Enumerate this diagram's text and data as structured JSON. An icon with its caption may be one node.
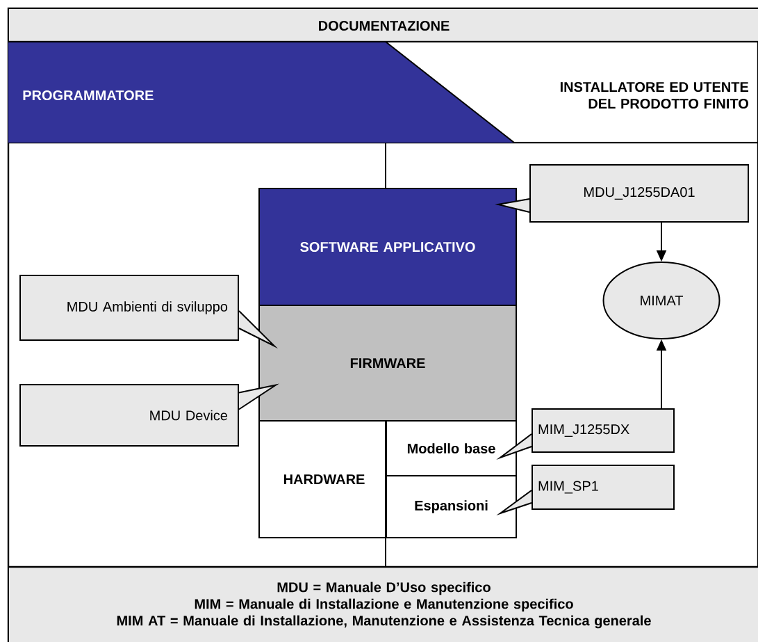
{
  "diagram": {
    "nodes": [
      {
        "text": [
          "DOCUMENTAZIONE"
        ]
      },
      {
        "text": [
          "PROGRAMMATORE"
        ]
      },
      {
        "text": [
          "INSTALLATORE ED UTENTE DEL PRODOTTO FINITO"
        ]
      },
      {
        "text": [
          "SOFTWARE APPLICATIVO"
        ]
      },
      {
        "text": [
          "FIRMWARE"
        ]
      },
      {
        "text": [
          "HARDWARE"
        ]
      },
      {
        "text": [
          "Modello base"
        ],
        "in": 5
      },
      {
        "text": [
          "Espansioni"
        ],
        "in": 5
      },
      {
        "text": [
          "MDU Ambienti di sviluppo"
        ]
      },
      {
        "text": [
          "MDU Device"
        ]
      },
      {
        "text": [
          "MDU_J1255DA01"
        ]
      },
      {
        "text": [
          "MIMAT"
        ]
      },
      {
        "text": [
          "MIM_J1255DX"
        ]
      },
      {
        "text": [
          "MIM_SP1"
        ]
      },
      {
        "text": [
          "MDU = Manuale D’Uso specifico",
          "MIM = Manuale di Installazione e Manutenzione specifico",
          "MIM AT = Manuale di Installazione, Manutenzione e Assistenza Tecnica generale"
        ]
      }
    ],
    "edges": [
      {
        "from": 8,
        "to": 4,
        "arrow": "to"
      },
      {
        "from": 9,
        "to": 4,
        "arrow": "to"
      },
      {
        "from": 10,
        "to": 3,
        "arrow": "to"
      },
      {
        "from": 10,
        "to": 11,
        "arrow": "to"
      },
      {
        "from": 12,
        "to": 11,
        "arrow": "to"
      },
      {
        "from": 12,
        "to": 6,
        "arrow": "to"
      },
      {
        "from": 13,
        "to": 7,
        "arrow": "to"
      }
    ]
  }
}
